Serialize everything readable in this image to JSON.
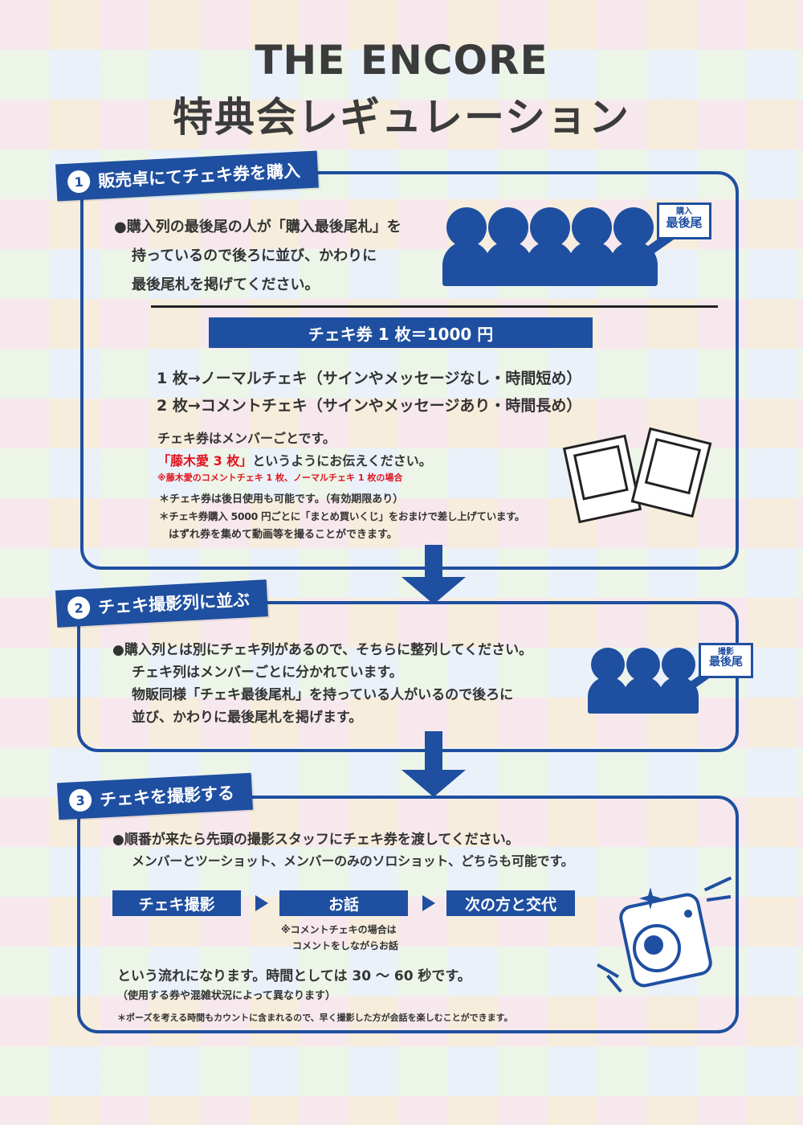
{
  "title": {
    "line1": "THE ENCORE",
    "line2": "特典会レギュレーション"
  },
  "step1": {
    "num": "1",
    "label": "販売卓にてチェキ券を購入",
    "lines": [
      "●購入列の最後尾の人が「購入最後尾札」を",
      "持っているので後ろに並び、かわりに",
      "最後尾札を掲げてください。"
    ],
    "sign_top": "購入",
    "sign_bottom": "最後尾",
    "price_bar": "チェキ券 1 枚＝1000 円",
    "options": [
      "1 枚→ノーマルチェキ（サインやメッセージなし・時間短め）",
      "2 枚→コメントチェキ（サインやメッセージあり・時間長め）"
    ],
    "per_member": "チェキ券はメンバーごとです。",
    "example_red": "「藤木愛 3 枚」",
    "example_rest": "というようにお伝えください。",
    "example_note": "※藤木愛のコメントチェキ 1 枚、ノーマルチェキ 1 枚の場合",
    "notes": [
      "＊チェキ券は後日使用も可能です。（有効期限あり）",
      "＊チェキ券購入 5000 円ごとに「まとめ買いくじ」をおまけで差し上げています。",
      "はずれ券を集めて動画等を撮ることができます。"
    ]
  },
  "step2": {
    "num": "2",
    "label": "チェキ撮影列に並ぶ",
    "lines": [
      "●購入列とは別にチェキ列があるので、そちらに整列してください。",
      "チェキ列はメンバーごとに分かれています。",
      "物販同様「チェキ最後尾札」を持っている人がいるので後ろに",
      "並び、かわりに最後尾札を掲げます。"
    ],
    "sign_top": "撮影",
    "sign_bottom": "最後尾"
  },
  "step3": {
    "num": "3",
    "label": "チェキを撮影する",
    "lines": [
      "●順番が来たら先頭の撮影スタッフにチェキ券を渡してください。",
      "メンバーとツーショット、メンバーのみのソロショット、どちらも可能です。"
    ],
    "flow": [
      "チェキ撮影",
      "お話",
      "次の方と交代"
    ],
    "flow_note": [
      "※コメントチェキの場合は",
      "コメントをしながらお話"
    ],
    "summary": "という流れになります。時間としては 30 ～ 60 秒です。",
    "summary_sub": "（使用する券や混雑状況によって異なります）",
    "footnote": "＊ポーズを考える時間もカウントに含まれるので、早く撮影した方が会話を楽しむことができます。"
  },
  "colors": {
    "accent": "#1f4fa0",
    "highlight": "#e0151f"
  }
}
